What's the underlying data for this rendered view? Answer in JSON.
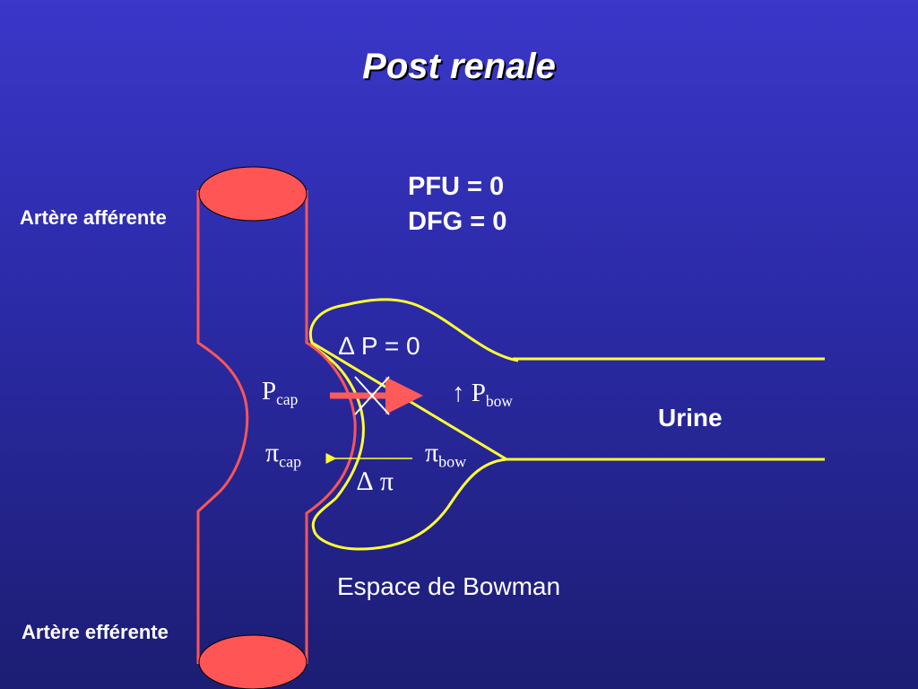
{
  "title": "Post renale",
  "results": {
    "pfu": "PFU  = 0",
    "dfg": "DFG  = 0"
  },
  "labels": {
    "afferent": "Artère afférente",
    "efferent": "Artère efférente",
    "urine": "Urine",
    "bowman_space": "Espace de Bowman",
    "delta_p": "∆ P = 0",
    "delta_pi": "∆ π"
  },
  "forces": {
    "p_cap": {
      "symbol": "P",
      "sub": "cap"
    },
    "pi_cap": {
      "symbol": "π",
      "sub": "cap"
    },
    "p_bow": {
      "arrow": "↑",
      "symbol": "P",
      "sub": "bow"
    },
    "pi_bow": {
      "symbol": "π",
      "sub": "bow"
    }
  },
  "colors": {
    "vessel": "#ff5555",
    "bowman_outline": "#ffff33",
    "filtration_arrow": "#ff5a5a",
    "oncotic_arrow": "#ffff33"
  }
}
